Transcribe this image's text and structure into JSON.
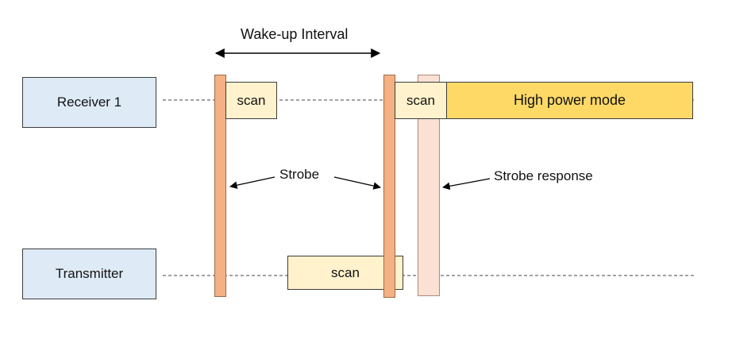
{
  "diagram": {
    "interval_label": "Wake-up Interval",
    "lanes": {
      "receiver": "Receiver 1",
      "transmitter": "Transmitter"
    },
    "blocks": {
      "rx_scan_1": "scan",
      "rx_scan_2": "scan",
      "tx_scan": "scan",
      "high_power": "High power mode"
    },
    "annotations": {
      "strobe": "Strobe",
      "strobe_response": "Strobe response"
    },
    "colors": {
      "lane_fill": "#deebf7",
      "strobe_fill": "#f4b183",
      "response_fill": "#fbe0d4",
      "scan_fill": "#fff2cc",
      "high_power_fill": "#ffd966"
    }
  }
}
